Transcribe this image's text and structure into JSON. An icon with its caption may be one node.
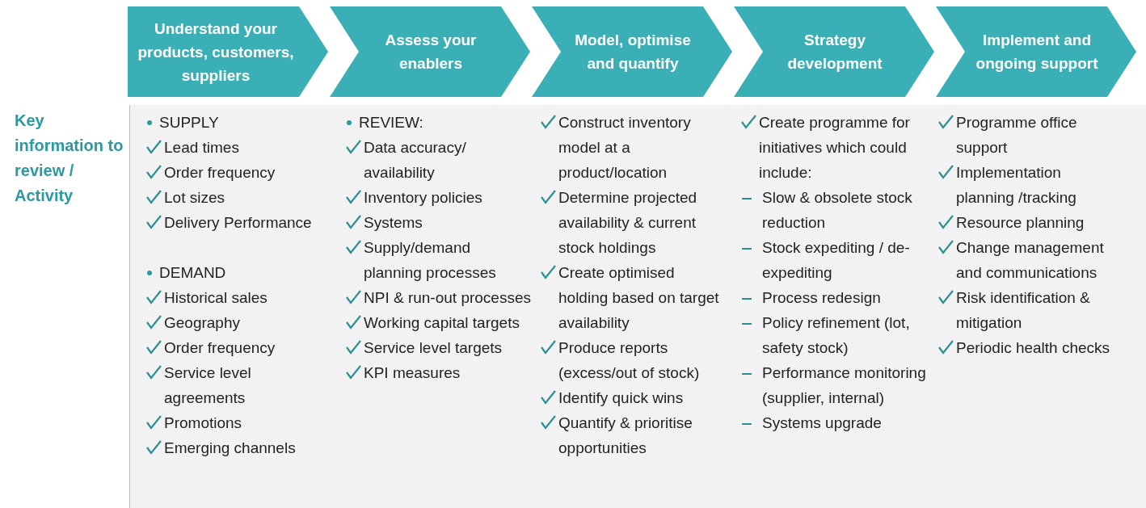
{
  "diagram": {
    "nodes": [
      {
        "text": [
          "Understand your products, customers, suppliers"
        ]
      },
      {
        "text": [
          "Assess your enablers"
        ]
      },
      {
        "text": [
          "Model, optimise and quantify"
        ]
      },
      {
        "text": [
          "Strategy development"
        ]
      },
      {
        "text": [
          "Implement and ongoing support"
        ]
      }
    ],
    "labels": [
      "Key information to review / Activity",
      "SUPPLY",
      "Lead times",
      "Order frequency",
      "Lot sizes",
      "Delivery Performance",
      "DEMAND",
      "Historical sales",
      "Geography",
      "Order frequency",
      "Service level agreements",
      "Promotions",
      "Emerging channels",
      "REVIEW:",
      "Data accuracy/ availability",
      "Inventory policies",
      "Systems",
      "Supply/demand planning processes",
      "NPI & run-out processes",
      "Working capital targets",
      "Service level targets",
      "KPI measures",
      "Construct inventory model at a product/location",
      "Determine projected availability & current stock holdings",
      "Create optimised holding based on target availability",
      "Produce reports (excess/out of stock)",
      "Identify quick wins",
      "Quantify & prioritise opportunities",
      "Create programme for initiatives which could include:",
      "Slow & obsolete stock reduction",
      "Stock expediting / de-expediting",
      "Process redesign",
      "Policy refinement (lot, safety stock)",
      "Performance monitoring (supplier, internal)",
      "Systems upgrade",
      "Programme office support",
      "Implementation planning /tracking",
      "Resource planning",
      "Change management and communications",
      "Risk identification & mitigation",
      "Periodic health checks"
    ]
  }
}
